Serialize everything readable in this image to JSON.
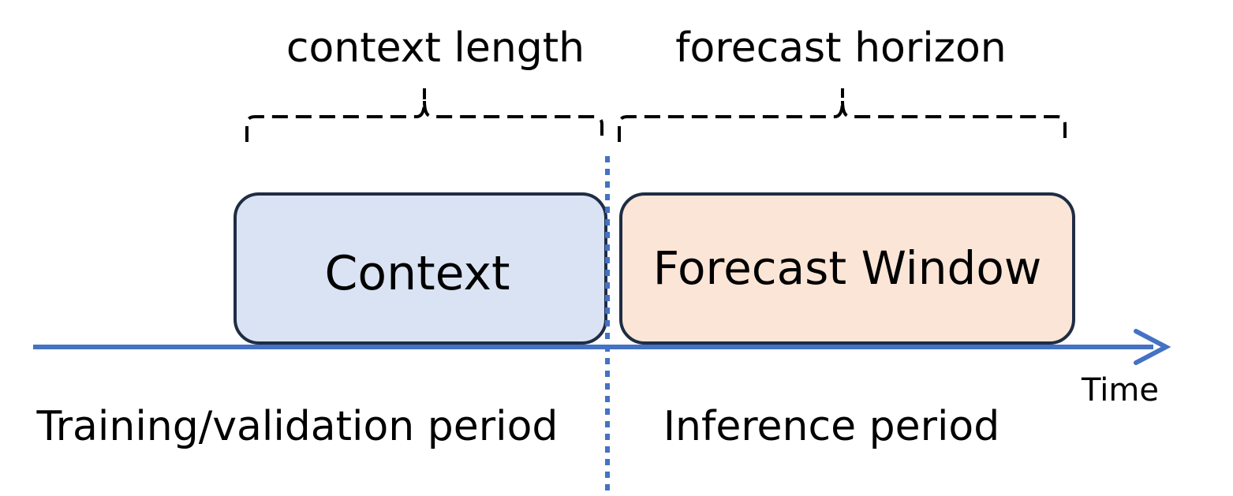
{
  "labels": {
    "context_length": "context length",
    "forecast_horizon": "forecast horizon",
    "context_box": "Context",
    "forecast_box": "Forecast Window",
    "time_axis": "Time",
    "training_period": "Training/validation period",
    "inference_period": "Inference period"
  },
  "colors": {
    "axis": "#4472C4",
    "divider": "#4472C4",
    "box_stroke": "#1F2D44",
    "context_fill": "#DAE3F3",
    "forecast_fill": "#FBE5D6",
    "brace": "#000000",
    "text": "#000000"
  }
}
